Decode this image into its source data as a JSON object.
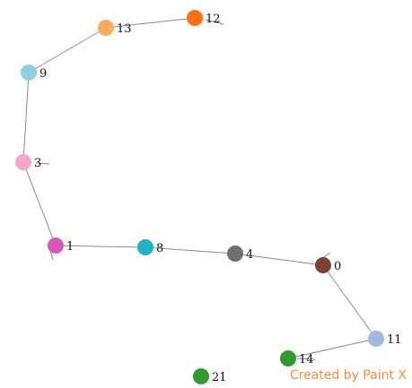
{
  "graph": {
    "nodes": [
      {
        "id": "13",
        "label": "13",
        "color": "#ffab60"
      },
      {
        "id": "12",
        "label": "12",
        "color": "#ff6f0f"
      },
      {
        "id": "9",
        "label": "9",
        "color": "#8dd0e0"
      },
      {
        "id": "3",
        "label": "3",
        "color": "#f4a6cc"
      },
      {
        "id": "1",
        "label": "1",
        "color": "#d958b7"
      },
      {
        "id": "8",
        "label": "8",
        "color": "#1fb2c5"
      },
      {
        "id": "4",
        "label": "4",
        "color": "#6f6f6f"
      },
      {
        "id": "0",
        "label": "0",
        "color": "#7a4234"
      },
      {
        "id": "11",
        "label": "11",
        "color": "#9fb9e5"
      },
      {
        "id": "14",
        "label": "14",
        "color": "#2f9b2c"
      },
      {
        "id": "21",
        "label": "21",
        "color": "#2f9b2c"
      }
    ],
    "edges": [
      [
        "13",
        "12"
      ],
      [
        "13",
        "9"
      ],
      [
        "9",
        "3"
      ],
      [
        "3",
        "1"
      ],
      [
        "1",
        "8"
      ],
      [
        "8",
        "4"
      ],
      [
        "4",
        "0"
      ],
      [
        "0",
        "11"
      ],
      [
        "11",
        "14"
      ]
    ],
    "edge_color": "#8a8a8a"
  },
  "watermark": {
    "text": "Created by Paint X",
    "color": "#ff8c37"
  }
}
